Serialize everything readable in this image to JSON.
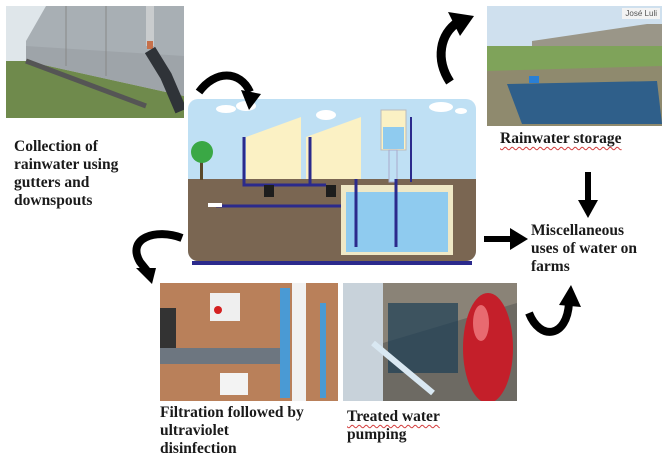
{
  "diagram": {
    "title": "Rainwater harvesting cycle on farms",
    "steps": [
      {
        "id": "collection",
        "label": "Collection of rainwater using gutters and downspouts",
        "lines": [
          "Collection of",
          "rainwater using",
          "gutters and",
          "downspouts"
        ]
      },
      {
        "id": "storage",
        "label": "Rainwater storage",
        "lines": [
          "Rainwater storage"
        ],
        "credit": "José Luli"
      },
      {
        "id": "uses",
        "label": "Miscellaneous uses of water on farms",
        "lines": [
          "Miscellaneous",
          "uses of water on",
          "farms"
        ]
      },
      {
        "id": "pumping",
        "label": "Treated water pumping",
        "lines": [
          "Treated water",
          "pumping"
        ]
      },
      {
        "id": "filtration",
        "label": "Filtration followed by ultraviolet disinfection",
        "lines": [
          "Filtration followed by",
          "ultraviolet",
          "disinfection"
        ]
      }
    ],
    "flow": [
      "collection",
      "central-scheme",
      "storage",
      "uses",
      "filtration",
      "pumping"
    ],
    "colors": {
      "sky": "#bfe0f4",
      "ground": "#7a6652",
      "building": "#fbf1c4",
      "pipe": "#2b2a8c",
      "water": "#8fcbef",
      "tree": "#3aa845",
      "arrow": "#000000",
      "label": "#1a1a1a",
      "spellcheck": "#d23b3b"
    }
  }
}
